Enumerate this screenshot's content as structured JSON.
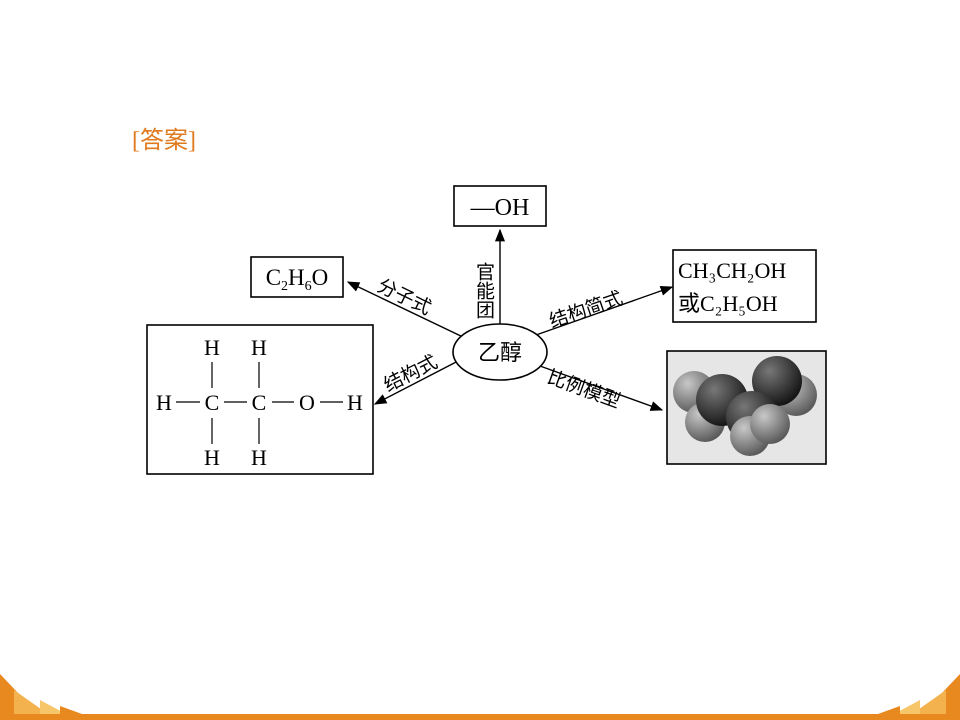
{
  "answer_label": "[答案]",
  "center": "乙醇",
  "nodes": {
    "functional_group": {
      "formula": "—OH",
      "edge_label": "官能团"
    },
    "molecular_formula": {
      "edge_label": "分子式"
    },
    "simplified_structure": {
      "line1": "CH₃CH₂OH",
      "line2": "或C₂H₅OH",
      "edge_label": "结构简式"
    },
    "structural_formula": {
      "edge_label": "结构式"
    },
    "ball_model": {
      "edge_label": "比例模型"
    }
  },
  "structure_atoms": {
    "H": "H",
    "C": "C",
    "O": "O"
  },
  "colors": {
    "answer": "#e07a1f",
    "footer": "#e8891f"
  }
}
